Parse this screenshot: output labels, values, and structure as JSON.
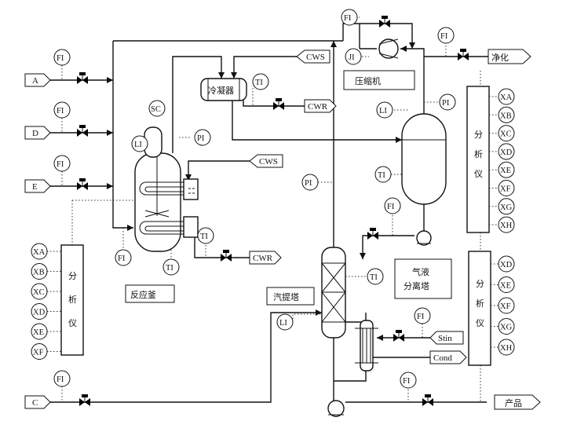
{
  "streams": {
    "A": "A",
    "D": "D",
    "E": "E",
    "C": "C",
    "CWS_top": "CWS",
    "CWS_reactor": "CWS",
    "CWR_condenser": "CWR",
    "CWR_reactor": "CWR",
    "purified": "净化",
    "product": "产品",
    "stin": "Stin",
    "cond": "Cond"
  },
  "equipment": {
    "reactor": "反应釜",
    "condenser": "冷凝器",
    "compressor": "压缩机",
    "stripper": "汽提塔",
    "separator_line1": "气液",
    "separator_line2": "分离塔"
  },
  "analyzers": {
    "label_chars": [
      "分",
      "析",
      "仪"
    ],
    "top_right": [
      "XA",
      "XB",
      "XC",
      "XD",
      "XE",
      "XF",
      "XG",
      "XH"
    ],
    "bottom_right": [
      "XD",
      "XE",
      "XF",
      "XG",
      "XH"
    ],
    "left": [
      "XA",
      "XB",
      "XC",
      "XD",
      "XE",
      "XF"
    ]
  },
  "instruments": {
    "fi_a": "FI",
    "fi_d": "FI",
    "fi_e": "FI",
    "fi_c": "FI",
    "fi_reactor": "FI",
    "fi_compressor": "FI",
    "fi_purge": "FI",
    "fi_sep_bottom": "FI",
    "fi_steam": "FI",
    "fi_product": "FI",
    "sc": "SC",
    "li_reactor": "LI",
    "pi_reactor": "PI",
    "ti_condenser": "TI",
    "ti_reactor_out": "TI",
    "ti_reactor": "TI",
    "ji": "JI",
    "li_separator": "LI",
    "pi_separator": "PI",
    "ti_separator": "TI",
    "pi_stripper": "PI",
    "ti_stripper": "TI",
    "li_stripper": "LI"
  }
}
